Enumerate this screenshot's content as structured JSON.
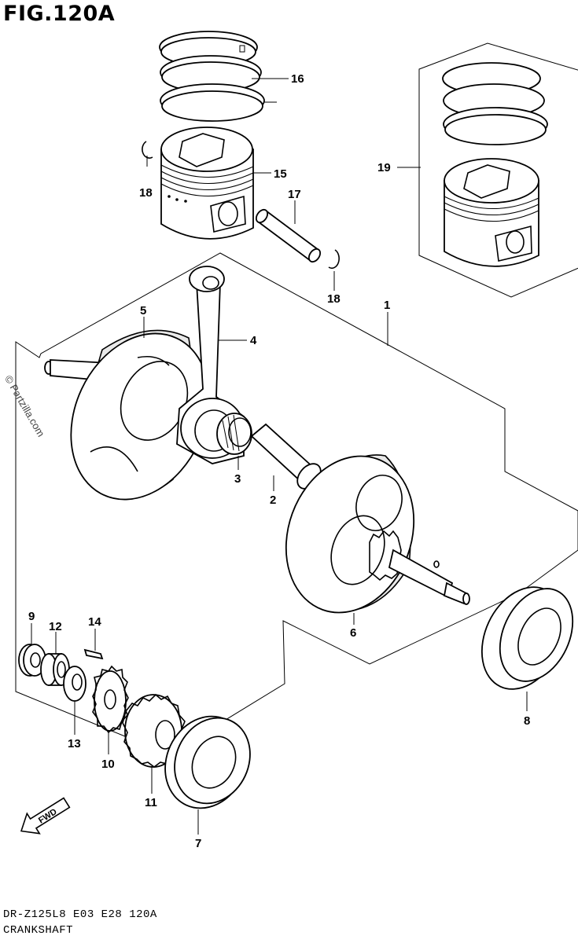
{
  "figure": {
    "title": "FIG.120A"
  },
  "watermark": "© Partzilla.com",
  "footer": {
    "model_code": "DR-Z125L8  E03  E28  120A",
    "part_group": "CRANKSHAFT"
  },
  "fwd_arrow": {
    "label": "FWD"
  },
  "callouts": [
    {
      "id": "16",
      "label": "16"
    },
    {
      "id": "15",
      "label": "15"
    },
    {
      "id": "18a",
      "label": "18"
    },
    {
      "id": "17",
      "label": "17"
    },
    {
      "id": "18b",
      "label": "18"
    },
    {
      "id": "19",
      "label": "19"
    },
    {
      "id": "1",
      "label": "1"
    },
    {
      "id": "5",
      "label": "5"
    },
    {
      "id": "4",
      "label": "4"
    },
    {
      "id": "3",
      "label": "3"
    },
    {
      "id": "2",
      "label": "2"
    },
    {
      "id": "6",
      "label": "6"
    },
    {
      "id": "9",
      "label": "9"
    },
    {
      "id": "12",
      "label": "12"
    },
    {
      "id": "14",
      "label": "14"
    },
    {
      "id": "13",
      "label": "13"
    },
    {
      "id": "10",
      "label": "10"
    },
    {
      "id": "11",
      "label": "11"
    },
    {
      "id": "8",
      "label": "8"
    },
    {
      "id": "7",
      "label": "7"
    }
  ]
}
